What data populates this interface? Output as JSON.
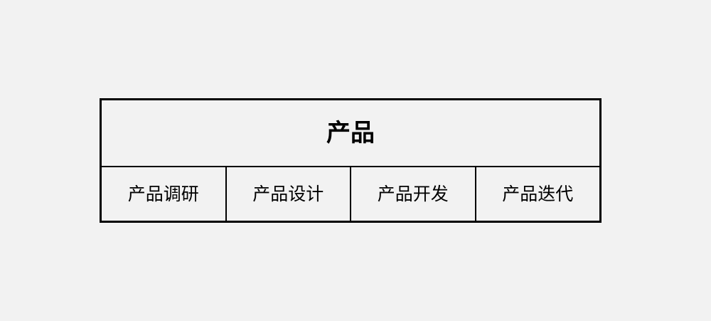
{
  "diagram": {
    "root": "产品",
    "children": [
      "产品调研",
      "产品设计",
      "产品开发",
      "产品迭代"
    ]
  }
}
